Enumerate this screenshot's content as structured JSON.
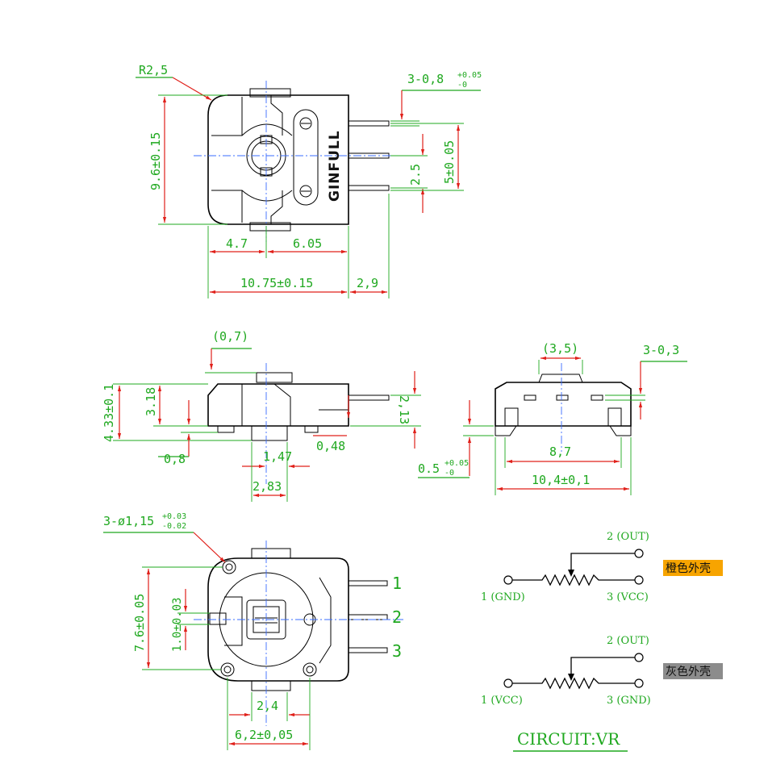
{
  "top_view": {
    "radius": "R2,5",
    "pin_dia_main": "3-0,8",
    "pin_dia_tol_up": "+0.05",
    "pin_dia_tol_dn": "-0",
    "height": "9.6±0.15",
    "pitch": "2.5",
    "span": "5±0.05",
    "w_left": "4.7",
    "w_right": "6.05",
    "width": "10.75±0.15",
    "pin_len": "2,9",
    "brand": "GINFULL"
  },
  "side_view": {
    "offset": "(0,7)",
    "height": "4.33±0.1",
    "body_h": "3.18",
    "pin_h": "2,13",
    "foot": "0,8",
    "clear": "0,48",
    "post": "1,47",
    "post_w": "2,83"
  },
  "end_view": {
    "gap": "(3,5)",
    "pin_t": "3-0,3",
    "inner_w": "8,7",
    "outer_w": "10,4±0,1",
    "stand_main": "0.5",
    "stand_tol_up": "+0.05",
    "stand_tol_dn": "-0"
  },
  "bottom_view": {
    "hole_main": "3-ø1,15",
    "hole_tol_up": "+0.03",
    "hole_tol_dn": "-0.02",
    "height": "7.6±0.05",
    "slot": "1.0±0.03",
    "slot_w": "2,4",
    "width": "6,2±0,05",
    "pins": [
      "1",
      "2",
      "3"
    ]
  },
  "circuits": [
    {
      "out_label": "2 (OUT)",
      "left_label": "1 (GND)",
      "right_label": "3 (VCC)",
      "tag": "橙色外壳",
      "tag_color": "#f7a400"
    },
    {
      "out_label": "2 (OUT)",
      "left_label": "1 (VCC)",
      "right_label": "3 (GND)",
      "tag": "灰色外壳",
      "tag_color": "#8c8c8c"
    }
  ],
  "caption": "CIRCUIT:VR"
}
